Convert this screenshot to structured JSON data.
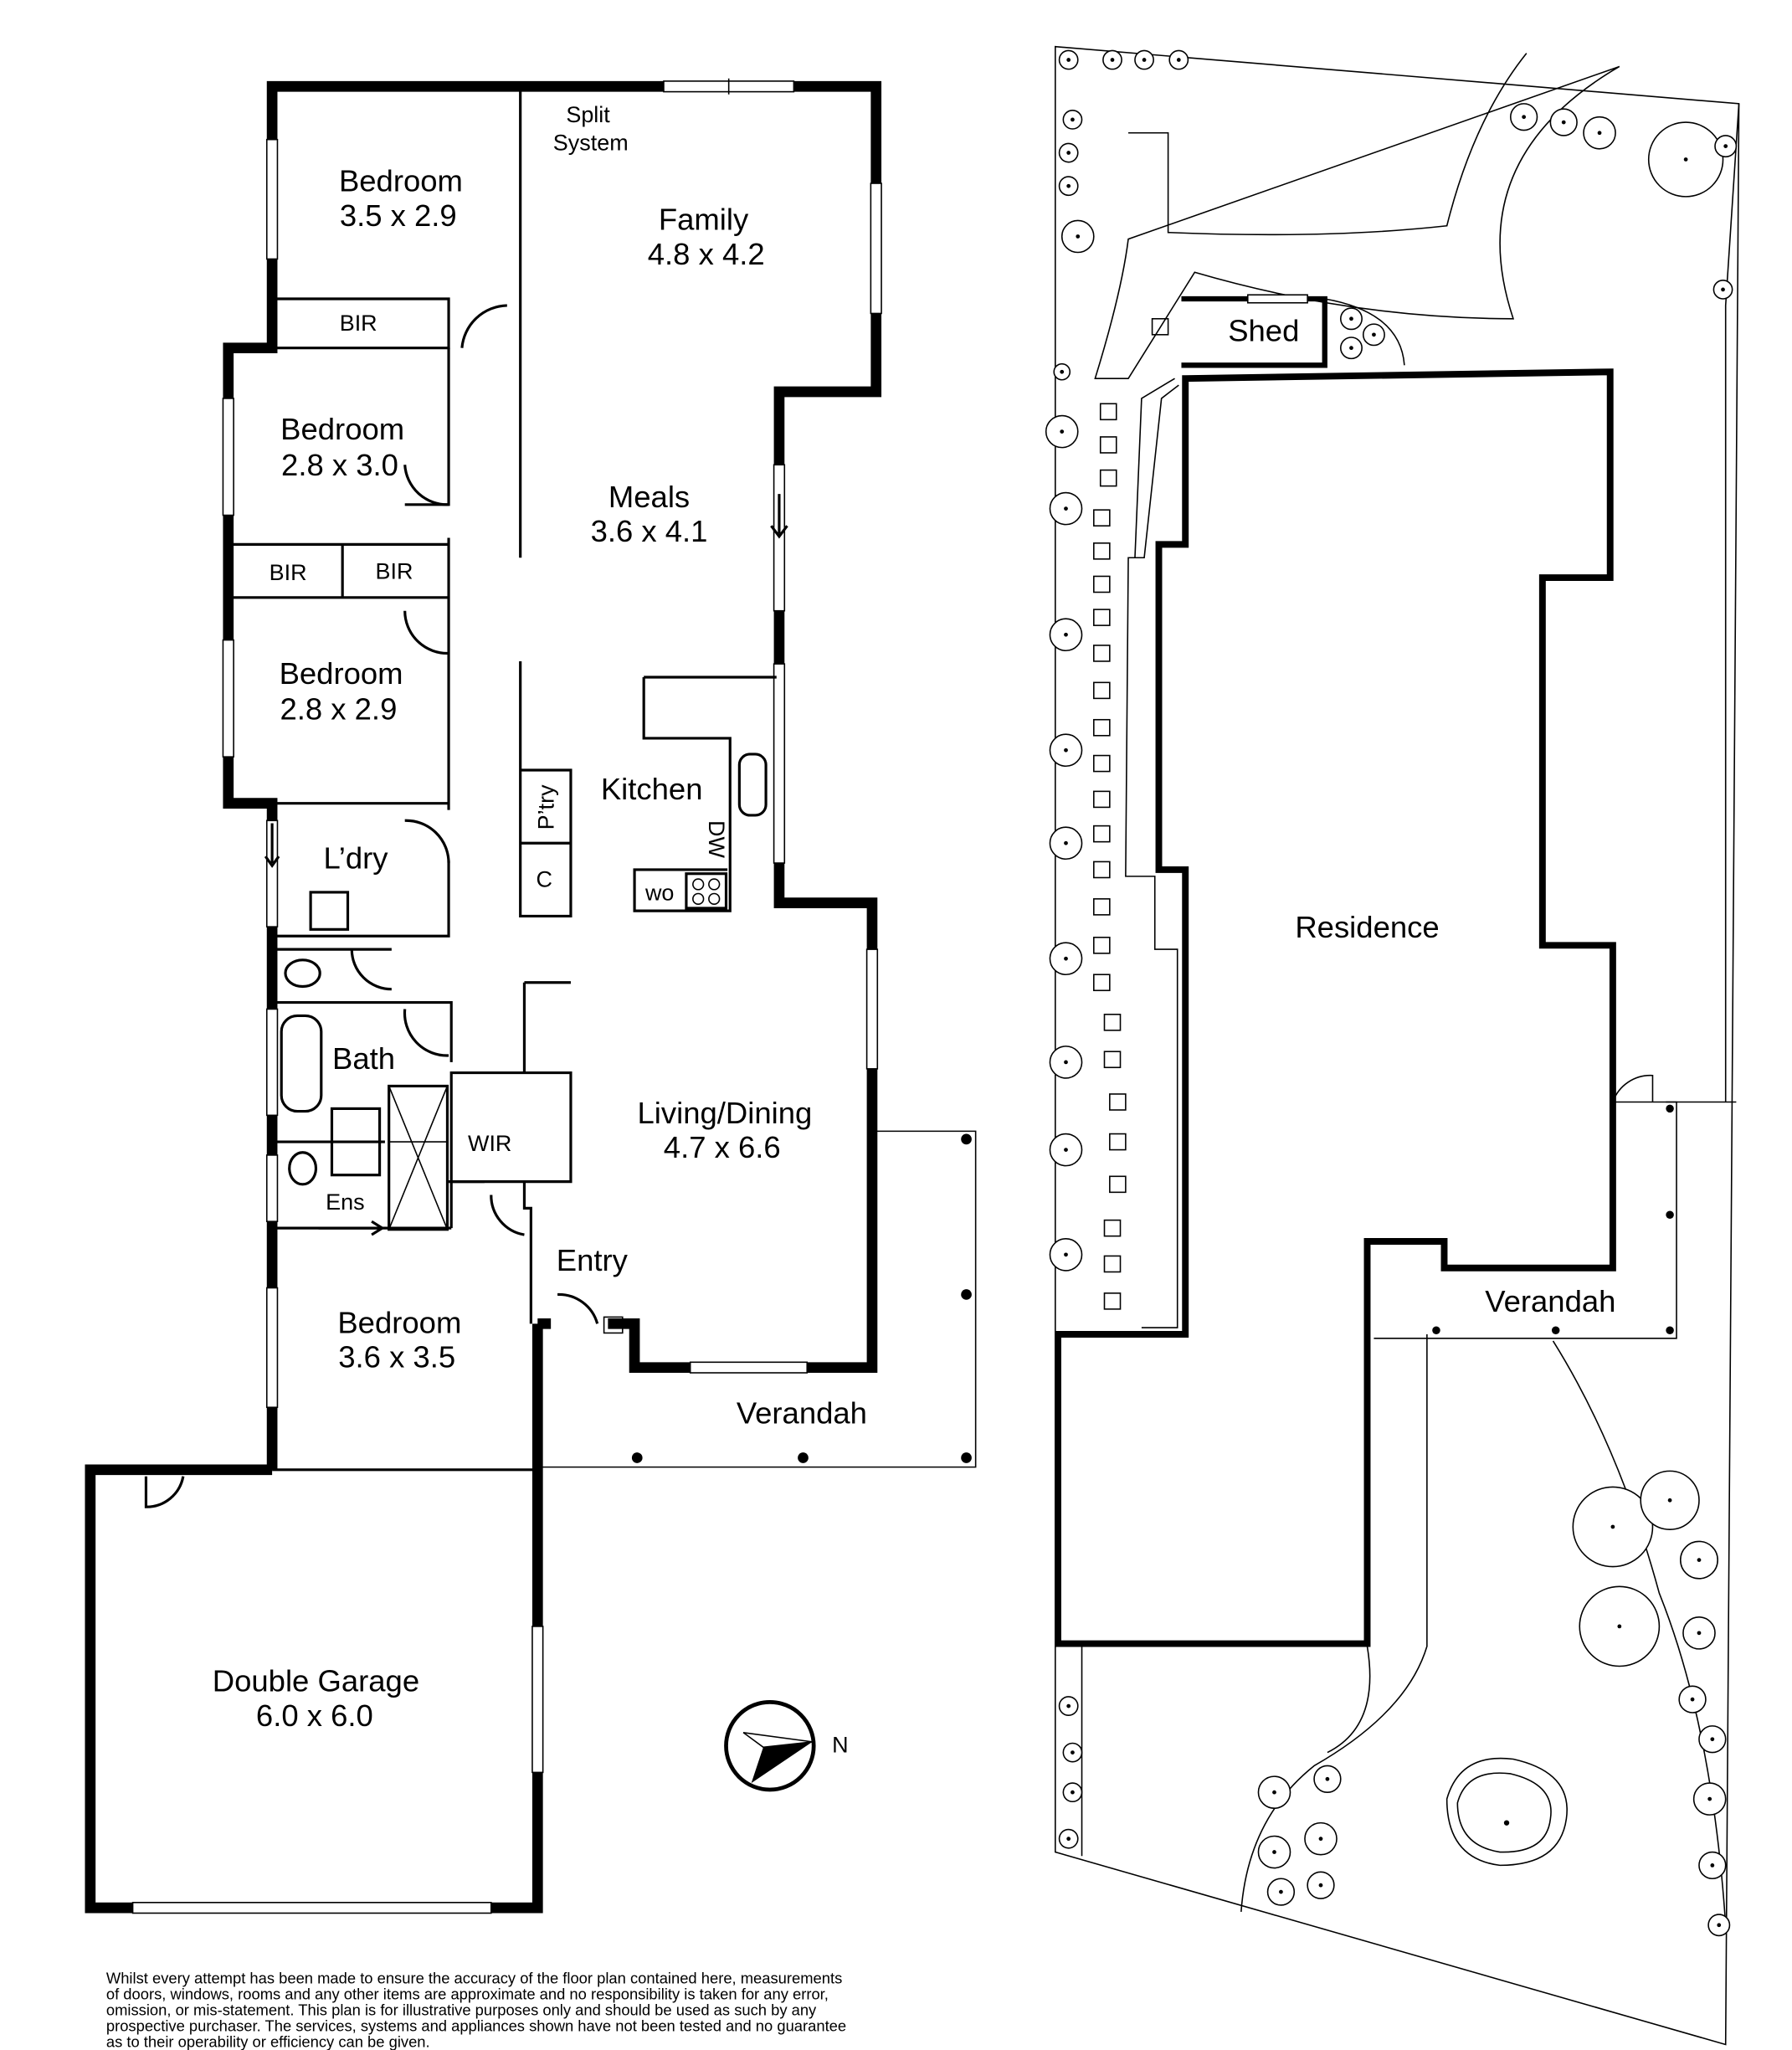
{
  "floor_plan": {
    "rooms": {
      "bedroom1": {
        "name": "Bedroom",
        "size": "3.5 x 2.9"
      },
      "bedroom2": {
        "name": "Bedroom",
        "size": "2.8 x 3.0"
      },
      "bedroom3": {
        "name": "Bedroom",
        "size": "2.8 x 2.9"
      },
      "bedroom4": {
        "name": "Bedroom",
        "size": "3.6 x 3.5"
      },
      "family": {
        "name": "Family",
        "size": "4.8 x 4.2"
      },
      "meals": {
        "name": "Meals",
        "size": "3.6 x 4.1"
      },
      "kitchen": {
        "name": "Kitchen"
      },
      "living": {
        "name": "Living/Dining",
        "size": "4.7 x 6.6"
      },
      "garage": {
        "name": "Double Garage",
        "size": "6.0 x 6.0"
      },
      "laundry": {
        "name": "L’dry"
      },
      "bath": {
        "name": "Bath"
      },
      "ensuite": {
        "name": "Ens"
      },
      "wir": {
        "name": "WIR"
      },
      "entry": {
        "name": "Entry"
      },
      "verandah": {
        "name": "Verandah"
      }
    },
    "fixtures": {
      "split_line1": "Split",
      "split_line2": "System",
      "bir": "BIR",
      "pantry": "P’try",
      "cupboard": "C",
      "dishwasher": "DW",
      "wall_oven": "WO"
    },
    "compass_label": "N"
  },
  "site_plan": {
    "shed": "Shed",
    "residence": "Residence",
    "verandah": "Verandah"
  },
  "disclaimer": [
    "Whilst every attempt has been made to ensure the accuracy of the floor plan contained here, measurements",
    "of doors, windows, rooms and any other items are approximate and no responsibility is taken for any error,",
    "omission, or mis-statement.  This plan is for illustrative purposes only and should be used as such by any",
    "prospective purchaser.  The services, systems and appliances shown have not been tested and no guarantee",
    "as to their operability or efficiency can be given."
  ]
}
